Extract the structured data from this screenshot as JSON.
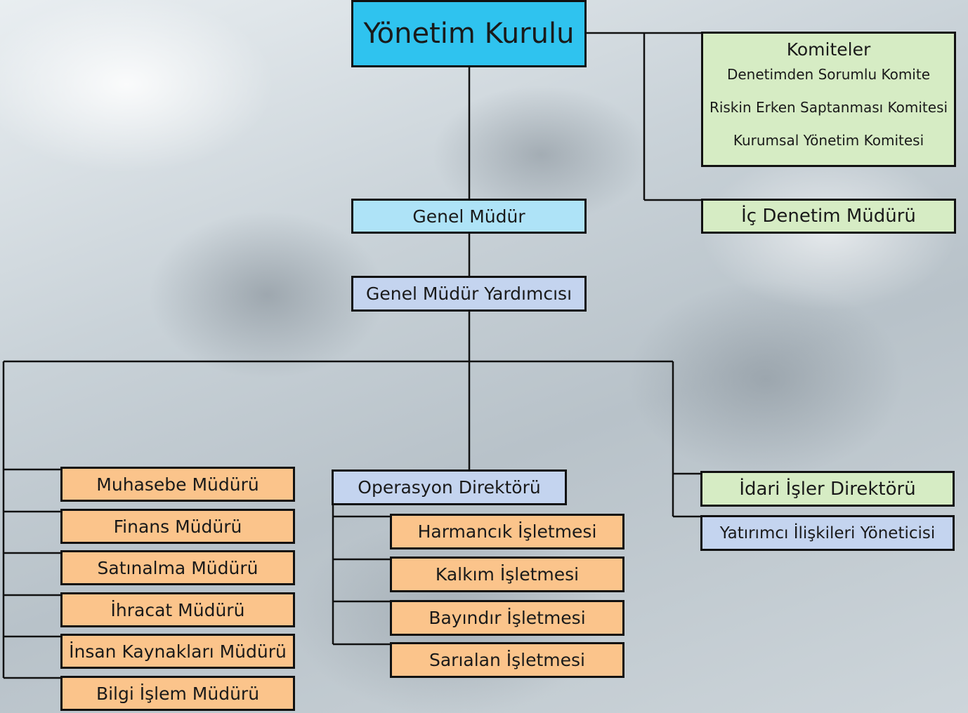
{
  "board": {
    "label": "Yönetim Kurulu"
  },
  "committees": {
    "title": "Komiteler",
    "items": [
      "Denetimden Sorumlu Komite",
      "Riskin Erken Saptanması Komitesi",
      "Kurumsal Yönetim Komitesi"
    ]
  },
  "internal_audit": {
    "label": "İç Denetim Müdürü"
  },
  "general_manager": {
    "label": "Genel Müdür"
  },
  "deputy_gm": {
    "label": "Genel Müdür Yardımcısı"
  },
  "managers": [
    "Muhasebe Müdürü",
    "Finans Müdürü",
    "Satınalma Müdürü",
    "İhracat Müdürü",
    "İnsan Kaynakları Müdürü",
    "Bilgi İşlem Müdürü"
  ],
  "operations": {
    "label": "Operasyon Direktörü",
    "units": [
      "Harmancık İşletmesi",
      "Kalkım İşletmesi",
      "Bayındır İşletmesi",
      "Sarıalan İşletmesi"
    ]
  },
  "admin": {
    "label": "İdari İşler Direktörü"
  },
  "investor_relations": {
    "label": "Yatırımcı İlişkileri Yöneticisi"
  },
  "colors": {
    "board": "#2fc3ef",
    "general_manager": "#aee3f7",
    "deputy": "#c4d4ef",
    "committee": "#d6ecc4",
    "manager": "#fbc48b",
    "line": "#111111"
  }
}
